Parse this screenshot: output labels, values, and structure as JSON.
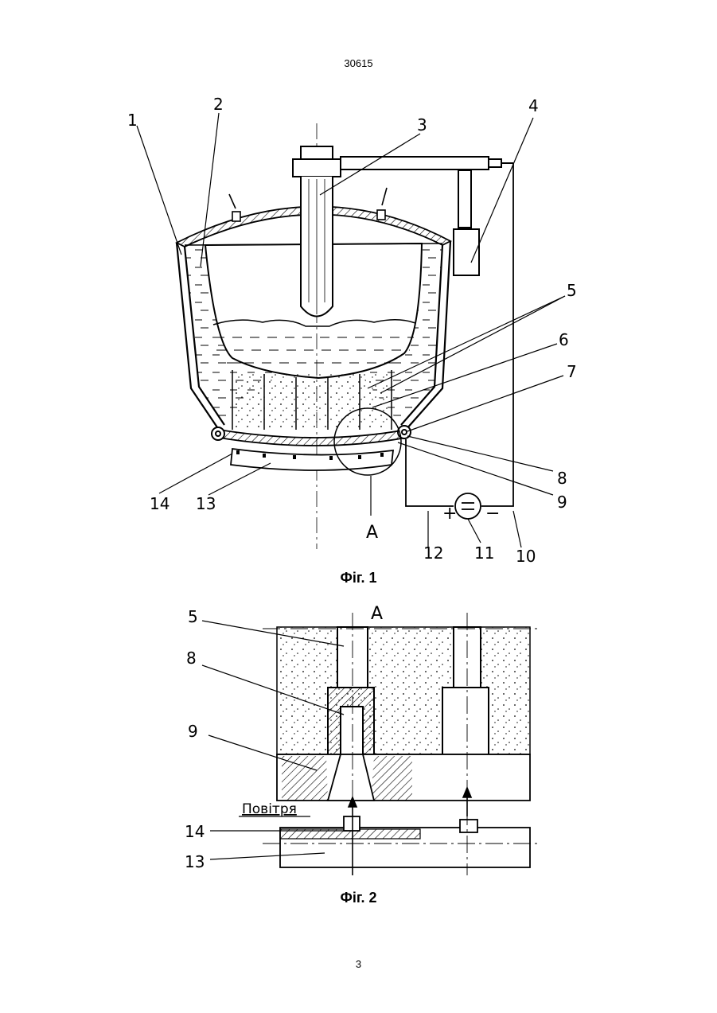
{
  "document_number": "30615",
  "page_number": "3",
  "figures": [
    {
      "caption": "Фіг. 1",
      "labels": [
        "1",
        "2",
        "3",
        "4",
        "5",
        "6",
        "7",
        "8",
        "9",
        "10",
        "11",
        "12",
        "13",
        "14"
      ],
      "section_mark": "A",
      "polarity": [
        "+",
        "−"
      ]
    },
    {
      "caption": "Фіг. 2",
      "labels": [
        "5",
        "8",
        "9",
        "14",
        "13"
      ],
      "section_mark": "A",
      "air_label": "Повітря"
    }
  ]
}
